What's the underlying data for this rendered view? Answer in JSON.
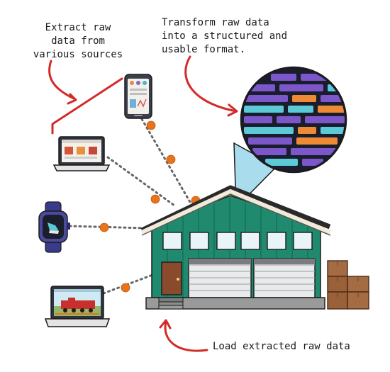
{
  "labels": {
    "extract": "Extract raw\ndata from\nvarious sources",
    "transform": "Transform raw data\ninto a structured and\nusable format.",
    "load": "Load extracted raw data"
  },
  "icons": {
    "smartphone": "smartphone-icon",
    "laptop_shop": "laptop-shopping-icon",
    "smartwatch": "smartwatch-icon",
    "laptop_video": "laptop-video-icon",
    "warehouse": "warehouse-icon",
    "magnifier": "magnifier-data-bars-icon",
    "boxes": "cardboard-boxes-icon"
  },
  "colors": {
    "arrow_red": "#d42a2a",
    "connector_dot": "#e8731a",
    "connector_line": "#666666",
    "warehouse_green": "#1f8a6e",
    "magnifier_beam": "#a9dcec",
    "bar_purple": "#7b57c9",
    "bar_orange": "#ef8a34",
    "bar_teal": "#5cc9d6"
  }
}
